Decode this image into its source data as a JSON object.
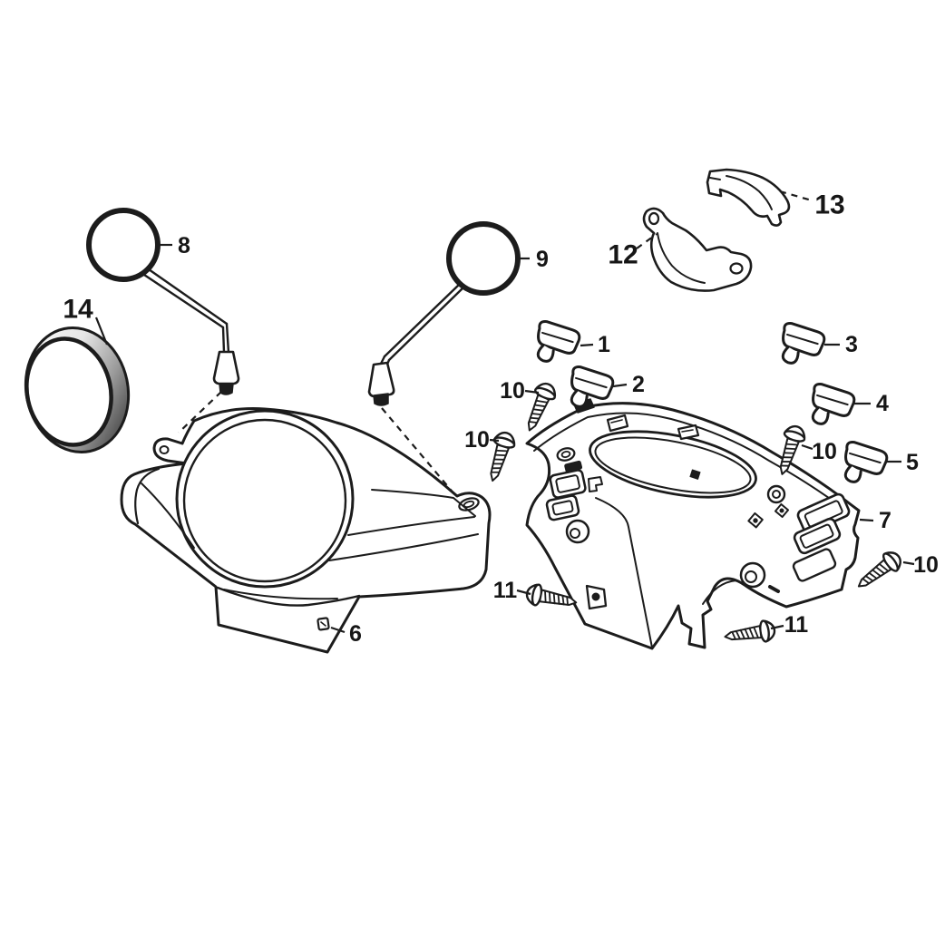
{
  "diagram": {
    "background": "#ffffff",
    "line_color": "#1c1c1c",
    "callouts": {
      "c1": "1",
      "c2": "2",
      "c3": "3",
      "c4": "4",
      "c5": "5",
      "c6": "6",
      "c7": "7",
      "c8": "8",
      "c9": "9",
      "c10a": "10",
      "c10b": "10",
      "c10c": "10",
      "c10d": "10",
      "c11a": "11",
      "c11b": "11",
      "c12": "12",
      "c13": "13",
      "c14": "14"
    }
  }
}
